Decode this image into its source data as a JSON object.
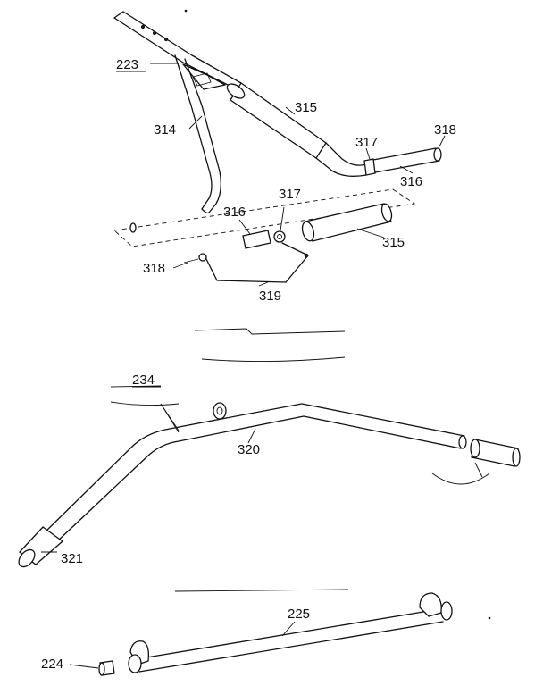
{
  "callouts": {
    "c223": "223",
    "c314": "314",
    "c315_top": "315",
    "c317_top": "317",
    "c318_top": "318",
    "c316_top": "316",
    "c316_mid": "316",
    "c317_mid": "317",
    "c315_mid": "315",
    "c318_mid": "318",
    "c319": "319",
    "c234": "234",
    "c320": "320",
    "c321": "321",
    "c225": "225",
    "c224": "224"
  }
}
